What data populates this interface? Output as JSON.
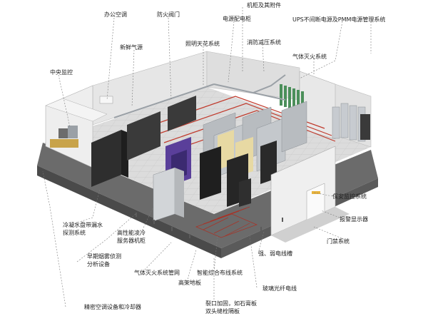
{
  "labels": {
    "office_ac": "办公空调",
    "fire_valve": "防火阀门",
    "cabinet_accessories": "机柜及其附件",
    "power_cabinet": "电源配电柜",
    "ups_pmm": "UPS不间断电源及PMM电源管理系统",
    "fresh_air": "新鲜气源",
    "lighting_ceiling": "照明天花系统",
    "fire_depressurize": "消防减压系统",
    "gas_fire_extinguish": "气体灭火系统",
    "central_monitor": "中央监控",
    "security_monitor": "保安监控系统",
    "alarm_display": "报警显示器",
    "access_control": "门禁系统",
    "condensate_leak_line1": "冷凝水盘带漏水",
    "condensate_leak_line2": "探测系统",
    "hpc_line1": "高性能凌冷",
    "hpc_line2": "服务器机柜",
    "smoke_detect_line1": "早期烟雾侦测",
    "smoke_detect_line2": "分析设备",
    "gas_fire_pipe": "气体灭火系统管网",
    "raised_floor": "高架地板",
    "integrated_cabling": "智能综合布线系统",
    "strong_weak_trough": "强、弱电线槽",
    "fiber_glass": "玻璃光纤电线",
    "precision_ac": "精密空调设备和冷却器",
    "floor_reinforce_line1": "裂口加固，如石膏板",
    "floor_reinforce_line2": "双头缝栓隔板"
  },
  "colors": {
    "floor": "#d9d9d9",
    "wall": "#ececec",
    "rack": "#2a2a2a",
    "rack_grey": "#b8bcc0",
    "pipe": "#c0392b",
    "purple": "#5a3f9a",
    "dash": "#7a7a7a"
  }
}
